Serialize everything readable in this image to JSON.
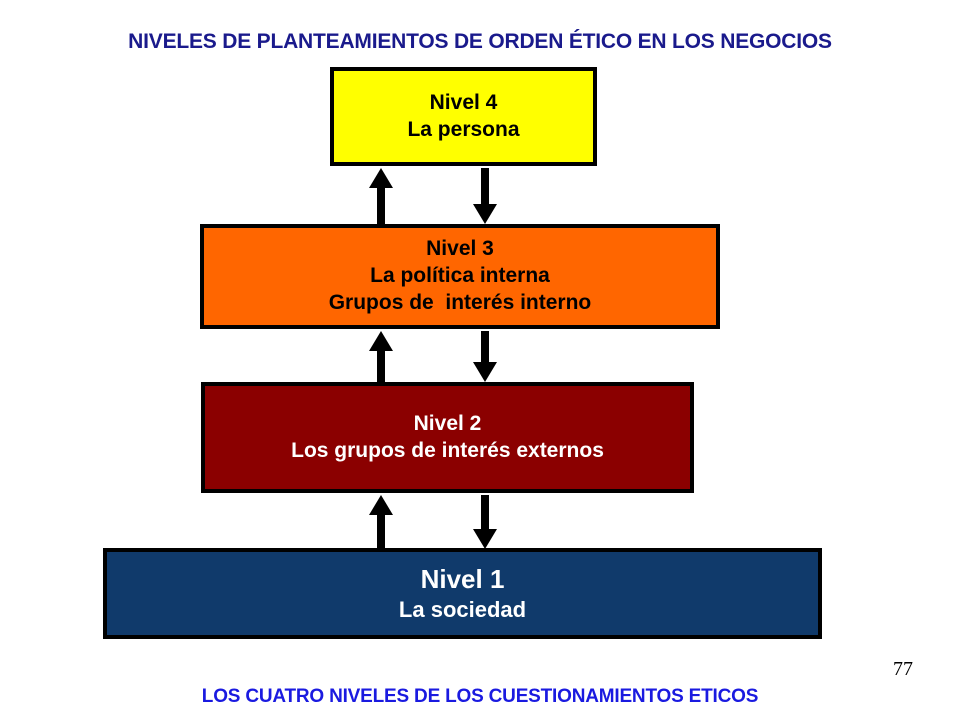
{
  "headings": {
    "top_title": "NIVELES DE PLANTEAMIENTOS DE ORDEN ÉTICO EN LOS NEGOCIOS",
    "bottom_caption": "LOS CUATRO NIVELES DE LOS CUESTIONAMIENTOS ETICOS",
    "page_number": "77"
  },
  "colors": {
    "title_top": "#1a1a8c",
    "title_bottom": "#1a1ae0",
    "nivel4_fill": "#FFFF00",
    "nivel4_text": "#000000",
    "nivel3_fill": "#FF6600",
    "nivel3_text": "#000000",
    "nivel2_fill": "#8B0000",
    "nivel2_text": "#FFFFFF",
    "nivel1_fill": "#103A6B",
    "nivel1_text": "#FFFFFF",
    "border": "#000000",
    "arrow": "#000000",
    "background": "#FFFFFF"
  },
  "levels": [
    {
      "id": "nivel4",
      "lines": [
        "Nivel 4",
        "La persona"
      ]
    },
    {
      "id": "nivel3",
      "lines": [
        "Nivel 3",
        "La política interna",
        "Grupos de  interés interno"
      ]
    },
    {
      "id": "nivel2",
      "lines": [
        "Nivel 2",
        "Los grupos de interés externos"
      ]
    },
    {
      "id": "nivel1",
      "lines": [
        "Nivel 1",
        "La sociedad"
      ]
    }
  ],
  "connectors": [
    {
      "id": "arrow-up-4-3",
      "direction": "up",
      "from": "nivel3",
      "to": "nivel4"
    },
    {
      "id": "arrow-down-4-3",
      "direction": "down",
      "from": "nivel4",
      "to": "nivel3"
    },
    {
      "id": "arrow-up-3-2",
      "direction": "up",
      "from": "nivel2",
      "to": "nivel3"
    },
    {
      "id": "arrow-down-3-2",
      "direction": "down",
      "from": "nivel3",
      "to": "nivel2"
    },
    {
      "id": "arrow-up-2-1",
      "direction": "up",
      "from": "nivel1",
      "to": "nivel2"
    },
    {
      "id": "arrow-down-2-1",
      "direction": "down",
      "from": "nivel2",
      "to": "nivel1"
    }
  ]
}
